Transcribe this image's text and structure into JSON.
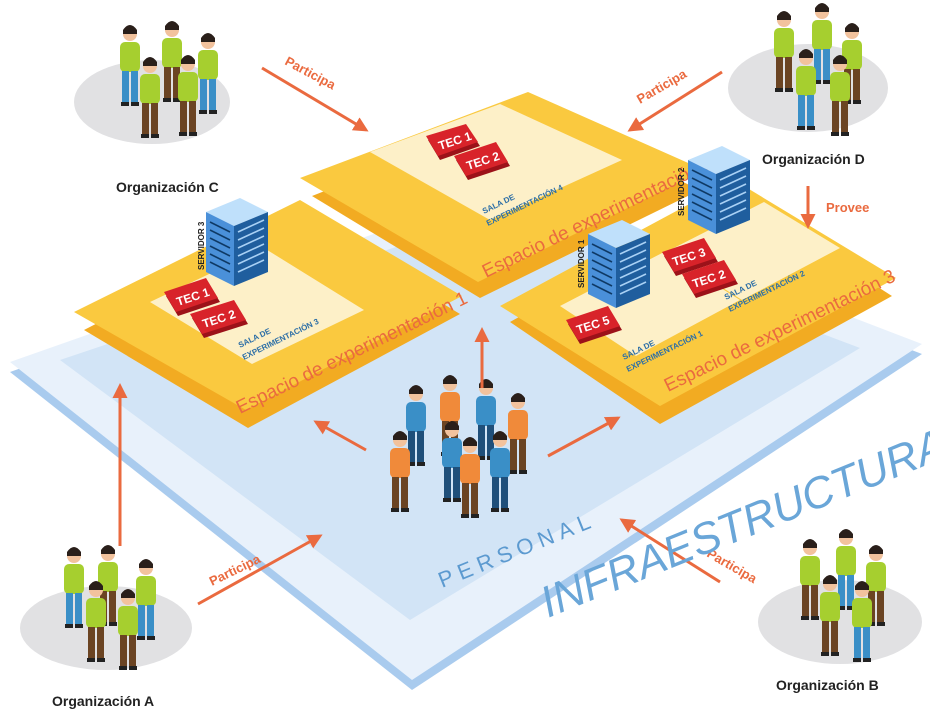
{
  "colors": {
    "platform_light": "#e8f1fb",
    "platform_mid": "#d2e4f6",
    "platform_edge": "#a9cbee",
    "space_fill": "#fac93f",
    "space_edge": "#f2ab22",
    "sala_fill": "#fdf0c8",
    "tec_fill": "#d8232a",
    "tec_dark": "#9c1219",
    "server_fill": "#4a90d9",
    "server_dark": "#1f5e9e",
    "arrow": "#ea6a3f",
    "person_green": "#a6cf2f",
    "person_orange": "#f08a3a",
    "person_blue": "#3a8fc7",
    "person_brown": "#6b4423"
  },
  "platform": {
    "infra_label": "INFRAESTRUCTURA",
    "personal_label": "PERSONAL"
  },
  "spaces": [
    {
      "label": "Espacio de experimentación 1",
      "server": "SERVIDOR 3",
      "sala": [
        "SALA DE",
        "EXPERIMENTACIÓN 3"
      ],
      "tecs": [
        "TEC 1",
        "TEC 2"
      ]
    },
    {
      "label": "Espacio de experimentación 2",
      "sala": [
        "SALA DE",
        "EXPERIMENTACIÓN 4"
      ],
      "tecs": [
        "TEC 1",
        "TEC 2"
      ]
    },
    {
      "label": "Espacio de experimentación 3",
      "servers": [
        "SERVIDOR 1",
        "SERVIDOR 2"
      ],
      "salas": [
        {
          "lines": [
            "SALA DE",
            "EXPERIMENTACIÓN 1"
          ],
          "tecs": [
            "TEC 5"
          ]
        },
        {
          "lines": [
            "SALA DE",
            "EXPERIMENTACIÓN 2"
          ],
          "tecs": [
            "TEC 3",
            "TEC 2"
          ]
        }
      ]
    }
  ],
  "organizations": {
    "a": "Organización A",
    "b": "Organización B",
    "c": "Organización C",
    "d": "Organización D"
  },
  "relations": {
    "participa": "Participa",
    "provee": "Provee"
  }
}
